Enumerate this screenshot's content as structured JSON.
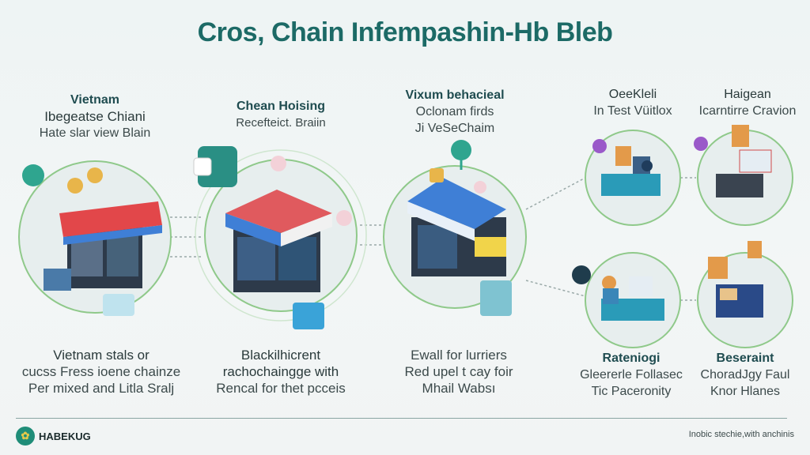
{
  "title": "Cros, Chain Infempashin-Hb Bleb",
  "top_labels": [
    {
      "heading": "Vietnam",
      "lines": [
        "Ibegeatse Chiani",
        "Hate slar view Blain"
      ]
    },
    {
      "heading": "Chean Hoising",
      "lines": [
        "Recefteict. Braiin"
      ]
    },
    {
      "heading": "Vixum behacieal",
      "lines": [
        "Oclonam firds",
        "Ji VeSeChaim"
      ]
    },
    {
      "heading": "OeeKleli",
      "lines": [
        "In Test Vüitlox"
      ]
    },
    {
      "heading": "Haigean",
      "lines": [
        "Icarntirre Cravion"
      ]
    }
  ],
  "bottom_labels": [
    {
      "heading": "Vietnam stals or",
      "lines": [
        "cucss Fress ioene chainze",
        "Per mixed and Litla Sralj"
      ]
    },
    {
      "heading": "Blackilhicrent",
      "lines": [
        "rachochaingge with",
        "Rencal for thet pcceis"
      ]
    },
    {
      "heading": "Ewall for lurriers",
      "lines": [
        "Red upel t cay foir",
        "Mhail Wabsı"
      ]
    },
    {
      "heading": "Rateniogi",
      "lines": [
        "Gleererle Follasec",
        "Tic Paceronity"
      ]
    },
    {
      "heading": "Beseraint",
      "lines": [
        "ChoradJgy Faul",
        "Knor Hlanes"
      ]
    }
  ],
  "footer": {
    "logo_name": "HABEKUG",
    "note": "Inobic stechie,with anchinis"
  },
  "colors": {
    "title": "#1c6a66",
    "ring": "#8fc98a",
    "awning_red": "#e2474a",
    "awning_blue": "#3f7fd6",
    "counter": "#2a9bb8"
  }
}
